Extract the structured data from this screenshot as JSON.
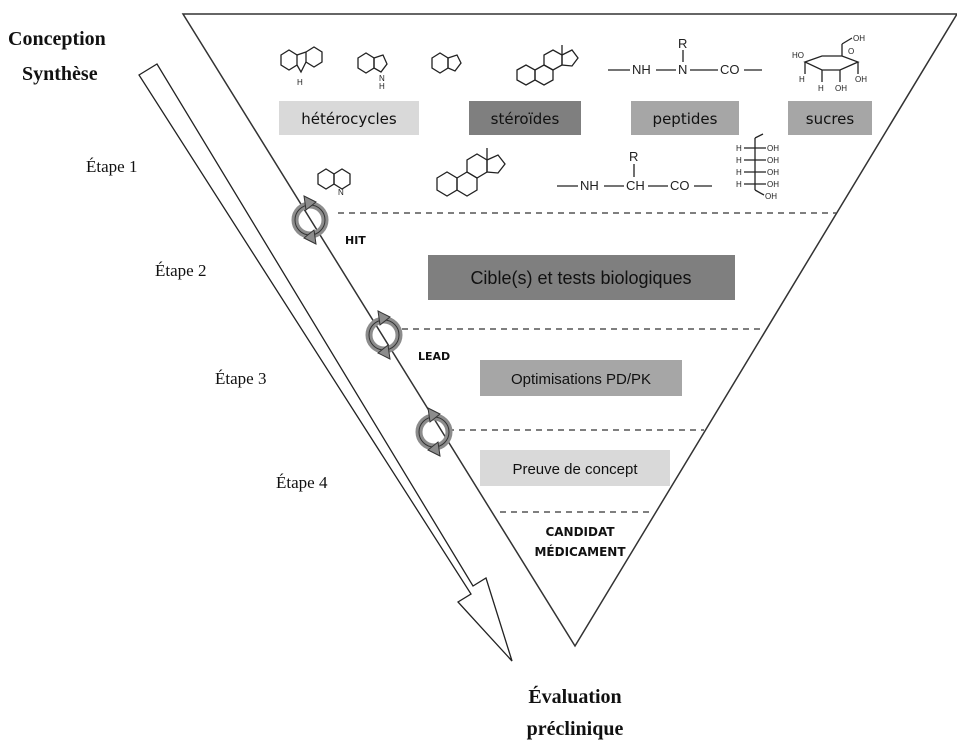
{
  "title": {
    "line1": "Conception",
    "line2": "Synthèse"
  },
  "bottom_title": {
    "line1": "Évaluation",
    "line2": "préclinique"
  },
  "steps": [
    "Étape 1",
    "Étape 2",
    "Étape 3",
    "Étape 4"
  ],
  "categories": [
    "hétérocycles",
    "stéroïdes",
    "peptides",
    "sucres"
  ],
  "milestones": {
    "hit": "HIT",
    "lead": "LEAD",
    "candidate_1": "CANDIDAT",
    "candidate_2": "MÉDICAMENT"
  },
  "boxes": {
    "targets": "Cible(s) et tests biologiques",
    "optimisation": "Optimisations PD/PK",
    "proof": "Preuve de concept"
  },
  "chem_labels": {
    "nh": "NH",
    "n": "N",
    "r": "R",
    "co": "CO",
    "ch": "CH",
    "oh": "OH",
    "h": "H",
    "ho": "HO",
    "o": "O"
  },
  "colors": {
    "light_box": "#d9d9d9",
    "mid_box": "#a6a6a6",
    "dark_box": "#7f7f7f",
    "cycle_fill": "#8c8c8c"
  }
}
